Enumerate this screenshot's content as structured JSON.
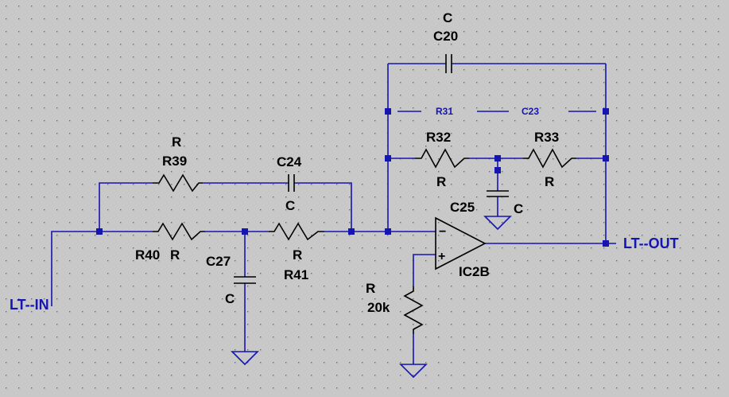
{
  "components": {
    "R39": {
      "ref": "R39",
      "value": "R"
    },
    "R40": {
      "ref": "R40",
      "value": "R"
    },
    "R41": {
      "ref": "R41",
      "value": "R"
    },
    "R32": {
      "ref": "R32",
      "value": "R"
    },
    "R33": {
      "ref": "R33",
      "value": "R"
    },
    "R20k": {
      "ref": "R",
      "value": "20k"
    },
    "C24": {
      "ref": "C24",
      "value": "C"
    },
    "C27": {
      "ref": "C27",
      "value": "C"
    },
    "C20": {
      "ref": "C20",
      "value": "C"
    },
    "C25": {
      "ref": "C25",
      "value": "C"
    },
    "opamp": {
      "ref": "IC2B",
      "minus": "−",
      "plus": "+"
    }
  },
  "nets": {
    "input": "LT--IN",
    "output": "LT--OUT"
  },
  "notes": {
    "r31": "R31",
    "c23": "C23",
    "dashes": "———"
  },
  "colors": {
    "background": "#c8c8c8",
    "wire": "#1515b0",
    "component": "#000000",
    "grid_dot": "#6a6a6a"
  }
}
